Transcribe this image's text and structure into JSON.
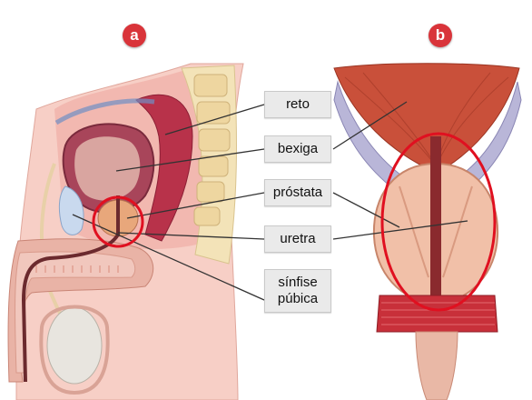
{
  "panels": {
    "a": "a",
    "b": "b"
  },
  "labels": {
    "reto": "reto",
    "bexiga": "bexiga",
    "prostata": "próstata",
    "uretra": "uretra",
    "sinfise_line1": "sínfise",
    "sinfise_line2": "púbica"
  },
  "colors": {
    "badge": "#d9343a",
    "highlight_circle": "#e01020",
    "leader_line": "#333333",
    "label_fill": "#eaeaea"
  }
}
